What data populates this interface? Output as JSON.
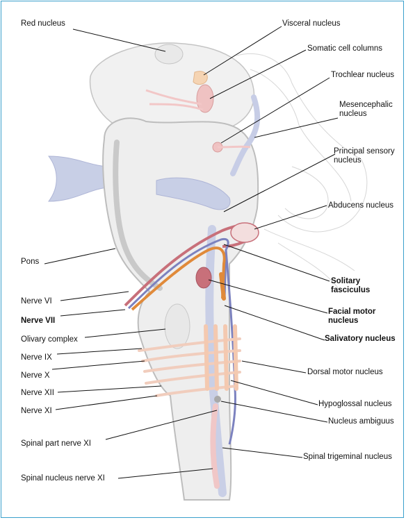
{
  "labels_left": {
    "red_nucleus": "Red nucleus",
    "pons": "Pons",
    "nerve_vi": "Nerve VI",
    "nerve_vii": "Nerve VII",
    "olivary_complex": "Olivary complex",
    "nerve_ix": "Nerve IX",
    "nerve_x": "Nerve X",
    "nerve_xii": "Nerve XII",
    "nerve_xi": "Nerve XI",
    "spinal_part_nerve_xi": "Spinal part nerve XI",
    "spinal_nucleus_nerve_xi": "Spinal nucleus nerve XI"
  },
  "labels_right": {
    "visceral_nucleus": "Visceral nucleus",
    "somatic_cell_columns": "Somatic cell columns",
    "trochlear_nucleus": "Trochlear nucleus",
    "mesencephalic_nucleus": "Mesencephalic nucleus",
    "principal_sensory_nucleus": "Principal sensory nucleus",
    "abducens_nucleus": "Abducens nucleus",
    "solitary_fasciculus": "Solitary fasciculus",
    "facial_motor_nucleus": "Facial motor nucleus",
    "salivatory_nucleus": "Salivatory nucleus",
    "dorsal_motor_nucleus": "Dorsal motor nucleus",
    "hypoglossal_nucleus": "Hypoglossal nucleus",
    "nucleus_ambiguus": "Nucleus ambiguus",
    "spinal_trigeminal_nucleus": "Spinal trigeminal nucleus"
  },
  "colors": {
    "frame": "#3aa0cc",
    "tissue": "#ececec",
    "outline": "#bdbdbd",
    "motor_red": "#c8707a",
    "sensory_blue": "#8d93c9",
    "orange": "#e08a3a",
    "peach": "#f4c9b0"
  }
}
